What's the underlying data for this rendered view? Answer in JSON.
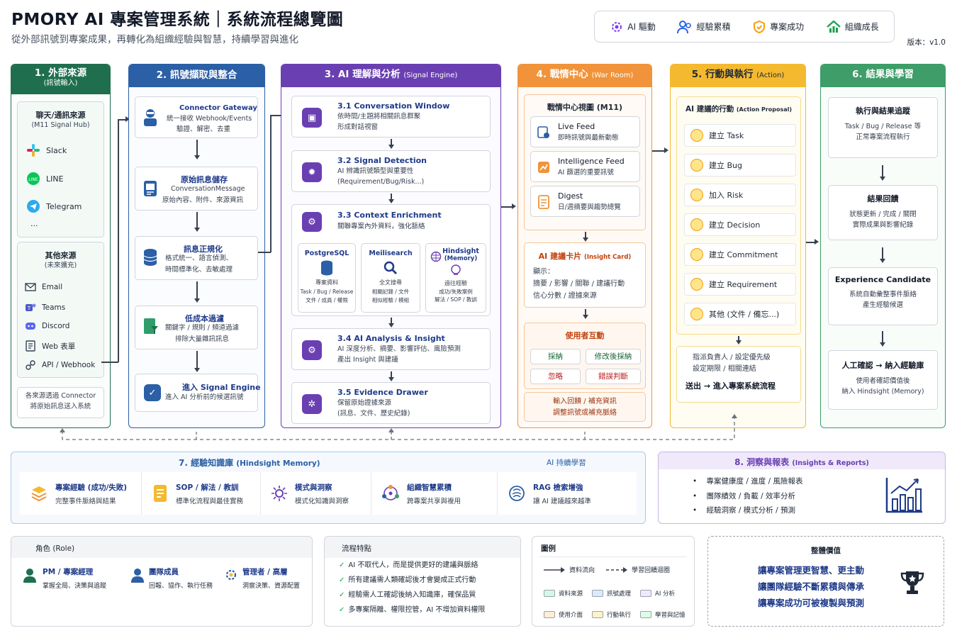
{
  "header": {
    "title": "PMORY AI 專案管理系統｜系統流程總覽圖",
    "subtitle": "從外部訊號到專案成果，再轉化為組織經驗與智慧，持續學習與進化",
    "version": "版本：v1.0",
    "badges": [
      {
        "label": "AI 驅動",
        "icon": "ai-gear-icon",
        "color": "#7c3aed"
      },
      {
        "label": "經驗累積",
        "icon": "users-icon",
        "color": "#2563eb"
      },
      {
        "label": "專案成功",
        "icon": "shield-check-icon",
        "color": "#f59e0b"
      },
      {
        "label": "組織成長",
        "icon": "growth-house-icon",
        "color": "#16a34a"
      }
    ]
  },
  "colors": {
    "green": "#1f6f4f",
    "blue": "#2b5fa6",
    "purple": "#6a3fb2",
    "orange": "#f0933a",
    "yellow": "#f4b92f",
    "teal": "#3e9d68"
  },
  "col1": {
    "title": "1. 外部來源",
    "subtitle": "(訊號輸入)",
    "chat_title": "聊天/通訊來源",
    "chat_sub": "(M11 Signal Hub)",
    "chat_items": [
      "Slack",
      "LINE",
      "Telegram",
      "..."
    ],
    "other_title": "其他來源",
    "other_sub": "(未來擴充)",
    "other_items": [
      "Email",
      "Teams",
      "Discord",
      "Web 表單",
      "API / Webhook"
    ],
    "footer_line1": "各來源透過 Connector",
    "footer_line2": "將原始訊息送入系統"
  },
  "col2": {
    "title": "2. 訊號擷取與整合",
    "cards": [
      {
        "title": "Connector Gateway",
        "line1": "統一接收 Webhook/Events",
        "line2": "驗證、解密、去重"
      },
      {
        "title": "原始訊息儲存",
        "line1": "ConversationMessage",
        "line2": "原始內容、附件、來源資訊"
      },
      {
        "title": "訊息正規化",
        "line1": "格式統一、語言偵測、",
        "line2": "時間標準化、去敏處理"
      },
      {
        "title": "低成本過濾",
        "line1": "關鍵字 / 規則 / 頻道過濾",
        "line2": "排除大量雜訊訊息"
      },
      {
        "title": "進入 Signal Engine",
        "line1": "進入 AI 分析前的候選訊號",
        "line2": ""
      }
    ]
  },
  "col3": {
    "title": "3. AI 理解與分析",
    "title_sub": "(Signal Engine)",
    "cards": [
      {
        "title": "3.1  Conversation Window",
        "line1": "依時間/主題將相關訊息群聚",
        "line2": "形成對話視窗"
      },
      {
        "title": "3.2  Signal Detection",
        "line1": "AI 辨識訊號類型與重要性",
        "line2": "(Requirement/Bug/Risk...)"
      },
      {
        "title": "3.3  Context Enrichment",
        "line1": "關聯專案內外資料，強化脈絡",
        "line2": ""
      },
      {
        "title": "3.4  AI Analysis & Insight",
        "line1": "AI 深度分析、摘要、影響評估、風險預測",
        "line2": "產出 Insight 與建議"
      },
      {
        "title": "3.5  Evidence Drawer",
        "line1": "保留原始證據來源",
        "line2": "(訊息、文件、歷史紀錄)"
      }
    ],
    "stores": [
      {
        "title": "PostgreSQL",
        "line1": "專案資料",
        "line2": "Task / Bug / Release",
        "line3": "文件 / 成員 / 權限"
      },
      {
        "title": "Meilisearch",
        "line1": "全文搜尋",
        "line2": "相關記錄 / 文件",
        "line3": "相似經驗 / 模組"
      },
      {
        "title": "Hindsight",
        "title2": "(Memory)",
        "line1": "過往經驗",
        "line2": "成功/失敗案例",
        "line3": "解法 / SOP / 教訓"
      }
    ]
  },
  "col4": {
    "title": "4. 戰情中心",
    "title_sub": "(War Room)",
    "view_title": "戰情中心視圖 (M11)",
    "feeds": [
      {
        "title": "Live Feed",
        "line1": "即時訊號與最新動態"
      },
      {
        "title": "Intelligence Feed",
        "line1": "AI 篩選的重要訊號"
      },
      {
        "title": "Digest",
        "line1": "日/週摘要與趨勢總覽"
      }
    ],
    "insight_title": "AI 建議卡片",
    "insight_sub": "(Insight Card)",
    "insight_lines": [
      "顯示：",
      "摘要 / 影響 / 關聯 / 建議行動",
      "信心分數 / 證據來源"
    ],
    "interact_title": "使用者互動",
    "interact_buttons": [
      "採納",
      "修改後採納",
      "忽略",
      "錯誤判斷"
    ],
    "feedback_line1": "輸入回饋 / 補充資訊",
    "feedback_line2": "調整訊號或補充脈絡"
  },
  "col5": {
    "title": "5. 行動與執行",
    "title_sub": "(Action)",
    "proposal_title": "AI 建議的行動",
    "proposal_sub": "(Action Proposal)",
    "actions": [
      "建立 Task",
      "建立 Bug",
      "加入 Risk",
      "建立 Decision",
      "建立 Commitment",
      "建立 Requirement",
      "其他 (文件 / 備忘...)"
    ],
    "assign_line1": "指派負責人 / 設定優先級",
    "assign_line2": "設定期限 / 相關連結",
    "assign_line3": "送出 → 進入專案系統流程"
  },
  "col6": {
    "title": "6. 結果與學習",
    "cards": [
      {
        "title": "執行與結果追蹤",
        "line1": "Task / Bug / Release 等",
        "line2": "正常專案流程執行"
      },
      {
        "title": "結果回饋",
        "line1": "狀態更新 / 完成 / 關閉",
        "line2": "實際成果與影響紀錄"
      },
      {
        "title": "Experience Candidate",
        "line1": "系統自動彙整事件脈絡",
        "line2": "產生經驗候選"
      },
      {
        "title": "人工確認 → 納入經驗庫",
        "line1": "使用者確認價值後",
        "line2": "納入 Hindsight (Memory)"
      }
    ]
  },
  "knowledge": {
    "title": "7. 經驗知識庫",
    "title_sub": "(Hindsight Memory)",
    "learning": "AI 持續學習",
    "items": [
      {
        "title": "專案經驗 (成功/失敗)",
        "sub": "完整事件脈絡與結果"
      },
      {
        "title": "SOP / 解法 / 教訓",
        "sub": "標準化流程與最佳實務"
      },
      {
        "title": "模式與洞察",
        "sub": "模式化知識與洞察"
      },
      {
        "title": "組織智慧累積",
        "sub": "跨專案共享與複用"
      },
      {
        "title": "RAG 檢索增強",
        "sub": "讓 AI 建議越來越準"
      }
    ]
  },
  "reports": {
    "title": "8. 洞察與報表",
    "title_sub": "(Insights & Reports)",
    "items": [
      "專案健康度 / 進度 / 風險報表",
      "團隊績效 / 負載 / 效率分析",
      "經驗洞察 / 模式分析 / 預測"
    ]
  },
  "roles": {
    "title": "角色 (Role)",
    "items": [
      {
        "title": "PM / 專案經理",
        "sub": "掌握全局、決策與追蹤"
      },
      {
        "title": "團隊成員",
        "sub": "回報、協作、執行任務"
      },
      {
        "title": "管理者 / 高層",
        "sub": "洞察決策、資源配置"
      }
    ]
  },
  "features": {
    "title": "流程特點",
    "items": [
      "AI 不取代人，而是提供更好的建議與脈絡",
      "所有建議需人類確認後才會變成正式行動",
      "經驗需人工確認後納入知識庫，確保品質",
      "多專案隔離、權限控管，AI 不增加資料權限"
    ]
  },
  "legend": {
    "title": "圖例",
    "flow": "資料流向",
    "feedback": "學習回饋迴圈",
    "items": [
      {
        "label": "資料來源",
        "color": "#d1fae5"
      },
      {
        "label": "訊號處理",
        "color": "#dbeafe"
      },
      {
        "label": "AI 分析",
        "color": "#ede9fe"
      },
      {
        "label": "使用介面",
        "color": "#ffedd5"
      },
      {
        "label": "行動執行",
        "color": "#fef3c7"
      },
      {
        "label": "學習與記憶",
        "color": "#dcfce7"
      }
    ]
  },
  "value": {
    "title": "整體價值",
    "lines": [
      "讓專案管理更智慧、更主動",
      "讓團隊經驗不斷累積與傳承",
      "讓專案成功可被複製與預測"
    ]
  }
}
